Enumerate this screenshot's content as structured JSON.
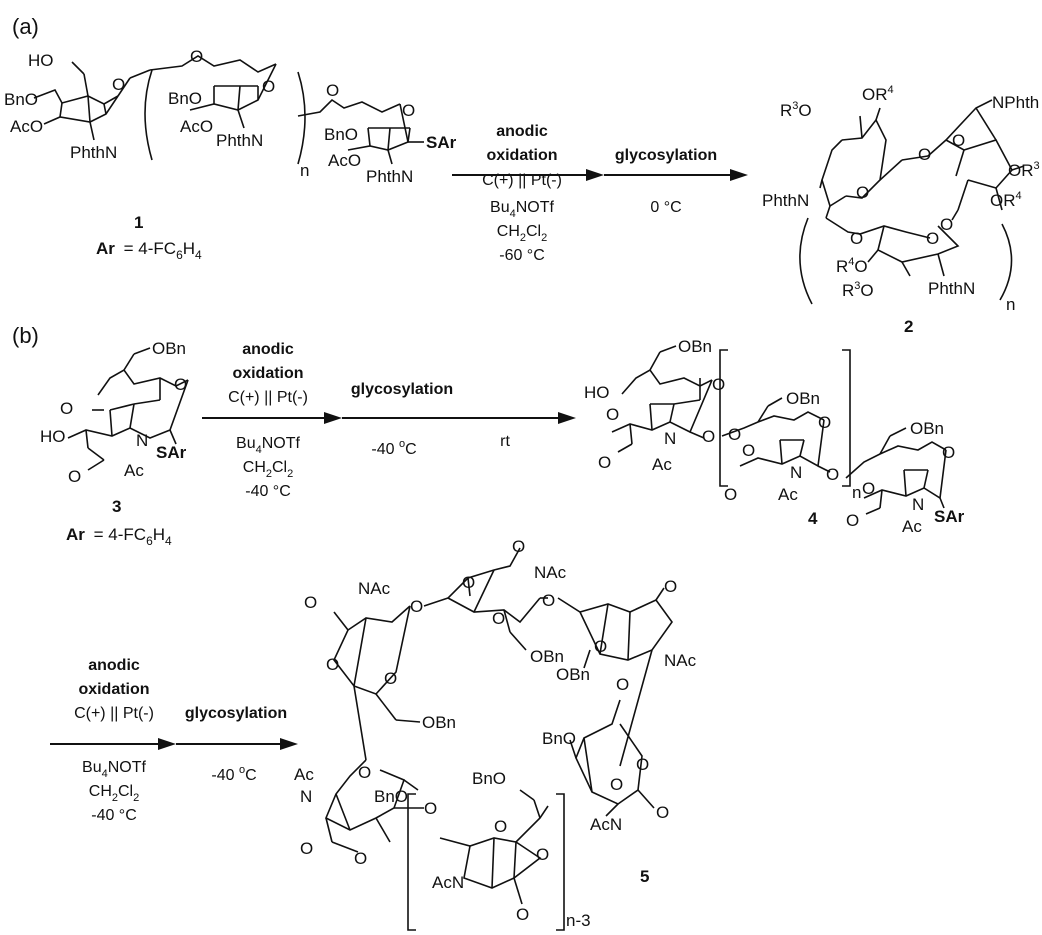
{
  "panels": {
    "a": "(a)",
    "b": "(b)"
  },
  "compounds": {
    "c1": "1",
    "c1_ar": "Ar",
    "c1_ar_def": "= 4-FC",
    "c1_ar_sub6": "6",
    "c1_ar_H": "H",
    "c1_ar_sub4": "4",
    "c2": "2",
    "c3": "3",
    "c3_ar": "Ar",
    "c3_ar_def": "= 4-FC",
    "c3_ar_sub6": "6",
    "c3_ar_H": "H",
    "c3_ar_sub4": "4",
    "c4": "4",
    "c5": "5"
  },
  "reaction_a": {
    "step1_line1": "anodic",
    "step1_line2": "oxidation",
    "step1_electrodes": "C(+) || Pt(-)",
    "step1_reagent": "Bu",
    "step1_reagent_sub": "4",
    "step1_reagent_rest": "NOTf",
    "step1_solvent": "CH",
    "step1_solvent_sub1": "2",
    "step1_solvent_cl": "Cl",
    "step1_solvent_sub2": "2",
    "step1_temp": "-60 °C",
    "step2_label": "glycosylation",
    "step2_temp": "0 °C"
  },
  "reaction_b1": {
    "step1_line1": "anodic",
    "step1_line2": "oxidation",
    "step1_electrodes": "C(+) || Pt(-)",
    "step1_reagent": "Bu",
    "step1_reagent_sub": "4",
    "step1_reagent_rest": "NOTf",
    "step1_solvent": "CH",
    "step1_solvent_sub1": "2",
    "step1_solvent_cl": "Cl",
    "step1_solvent_sub2": "2",
    "step1_temp": "-40 °C",
    "step2_label": "glycosylation",
    "step2_temp": "-40 ",
    "step2_temp_sup": "o",
    "step2_temp_unit": "C",
    "step3_temp": "rt"
  },
  "reaction_b2": {
    "step1_line1": "anodic",
    "step1_line2": "oxidation",
    "step1_electrodes": "C(+) || Pt(-)",
    "step1_reagent": "Bu",
    "step1_reagent_sub": "4",
    "step1_reagent_rest": "NOTf",
    "step1_solvent": "CH",
    "step1_solvent_sub1": "2",
    "step1_solvent_cl": "Cl",
    "step1_solvent_sub2": "2",
    "step1_temp": "-40 °C",
    "step2_label": "glycosylation",
    "step2_temp": "-40 ",
    "step2_temp_sup": "o",
    "step2_temp_unit": "C"
  },
  "atoms": {
    "HO": "HO",
    "BnO": "BnO",
    "AcO": "AcO",
    "PhthN": "PhthN",
    "NPhth": "NPhth",
    "OBn": "OBn",
    "O": "O",
    "SAr": "SAr",
    "N": "N",
    "Ac": "Ac",
    "NAc": "NAc",
    "AcN": "AcN",
    "R3": "R",
    "R3_sup": "3",
    "R4": "R",
    "R4_sup": "4",
    "OR3": "OR",
    "OR3_sup": "3",
    "OR4": "OR",
    "OR4_sup": "4",
    "sub_n": "n",
    "sub_n3": "n-3"
  }
}
